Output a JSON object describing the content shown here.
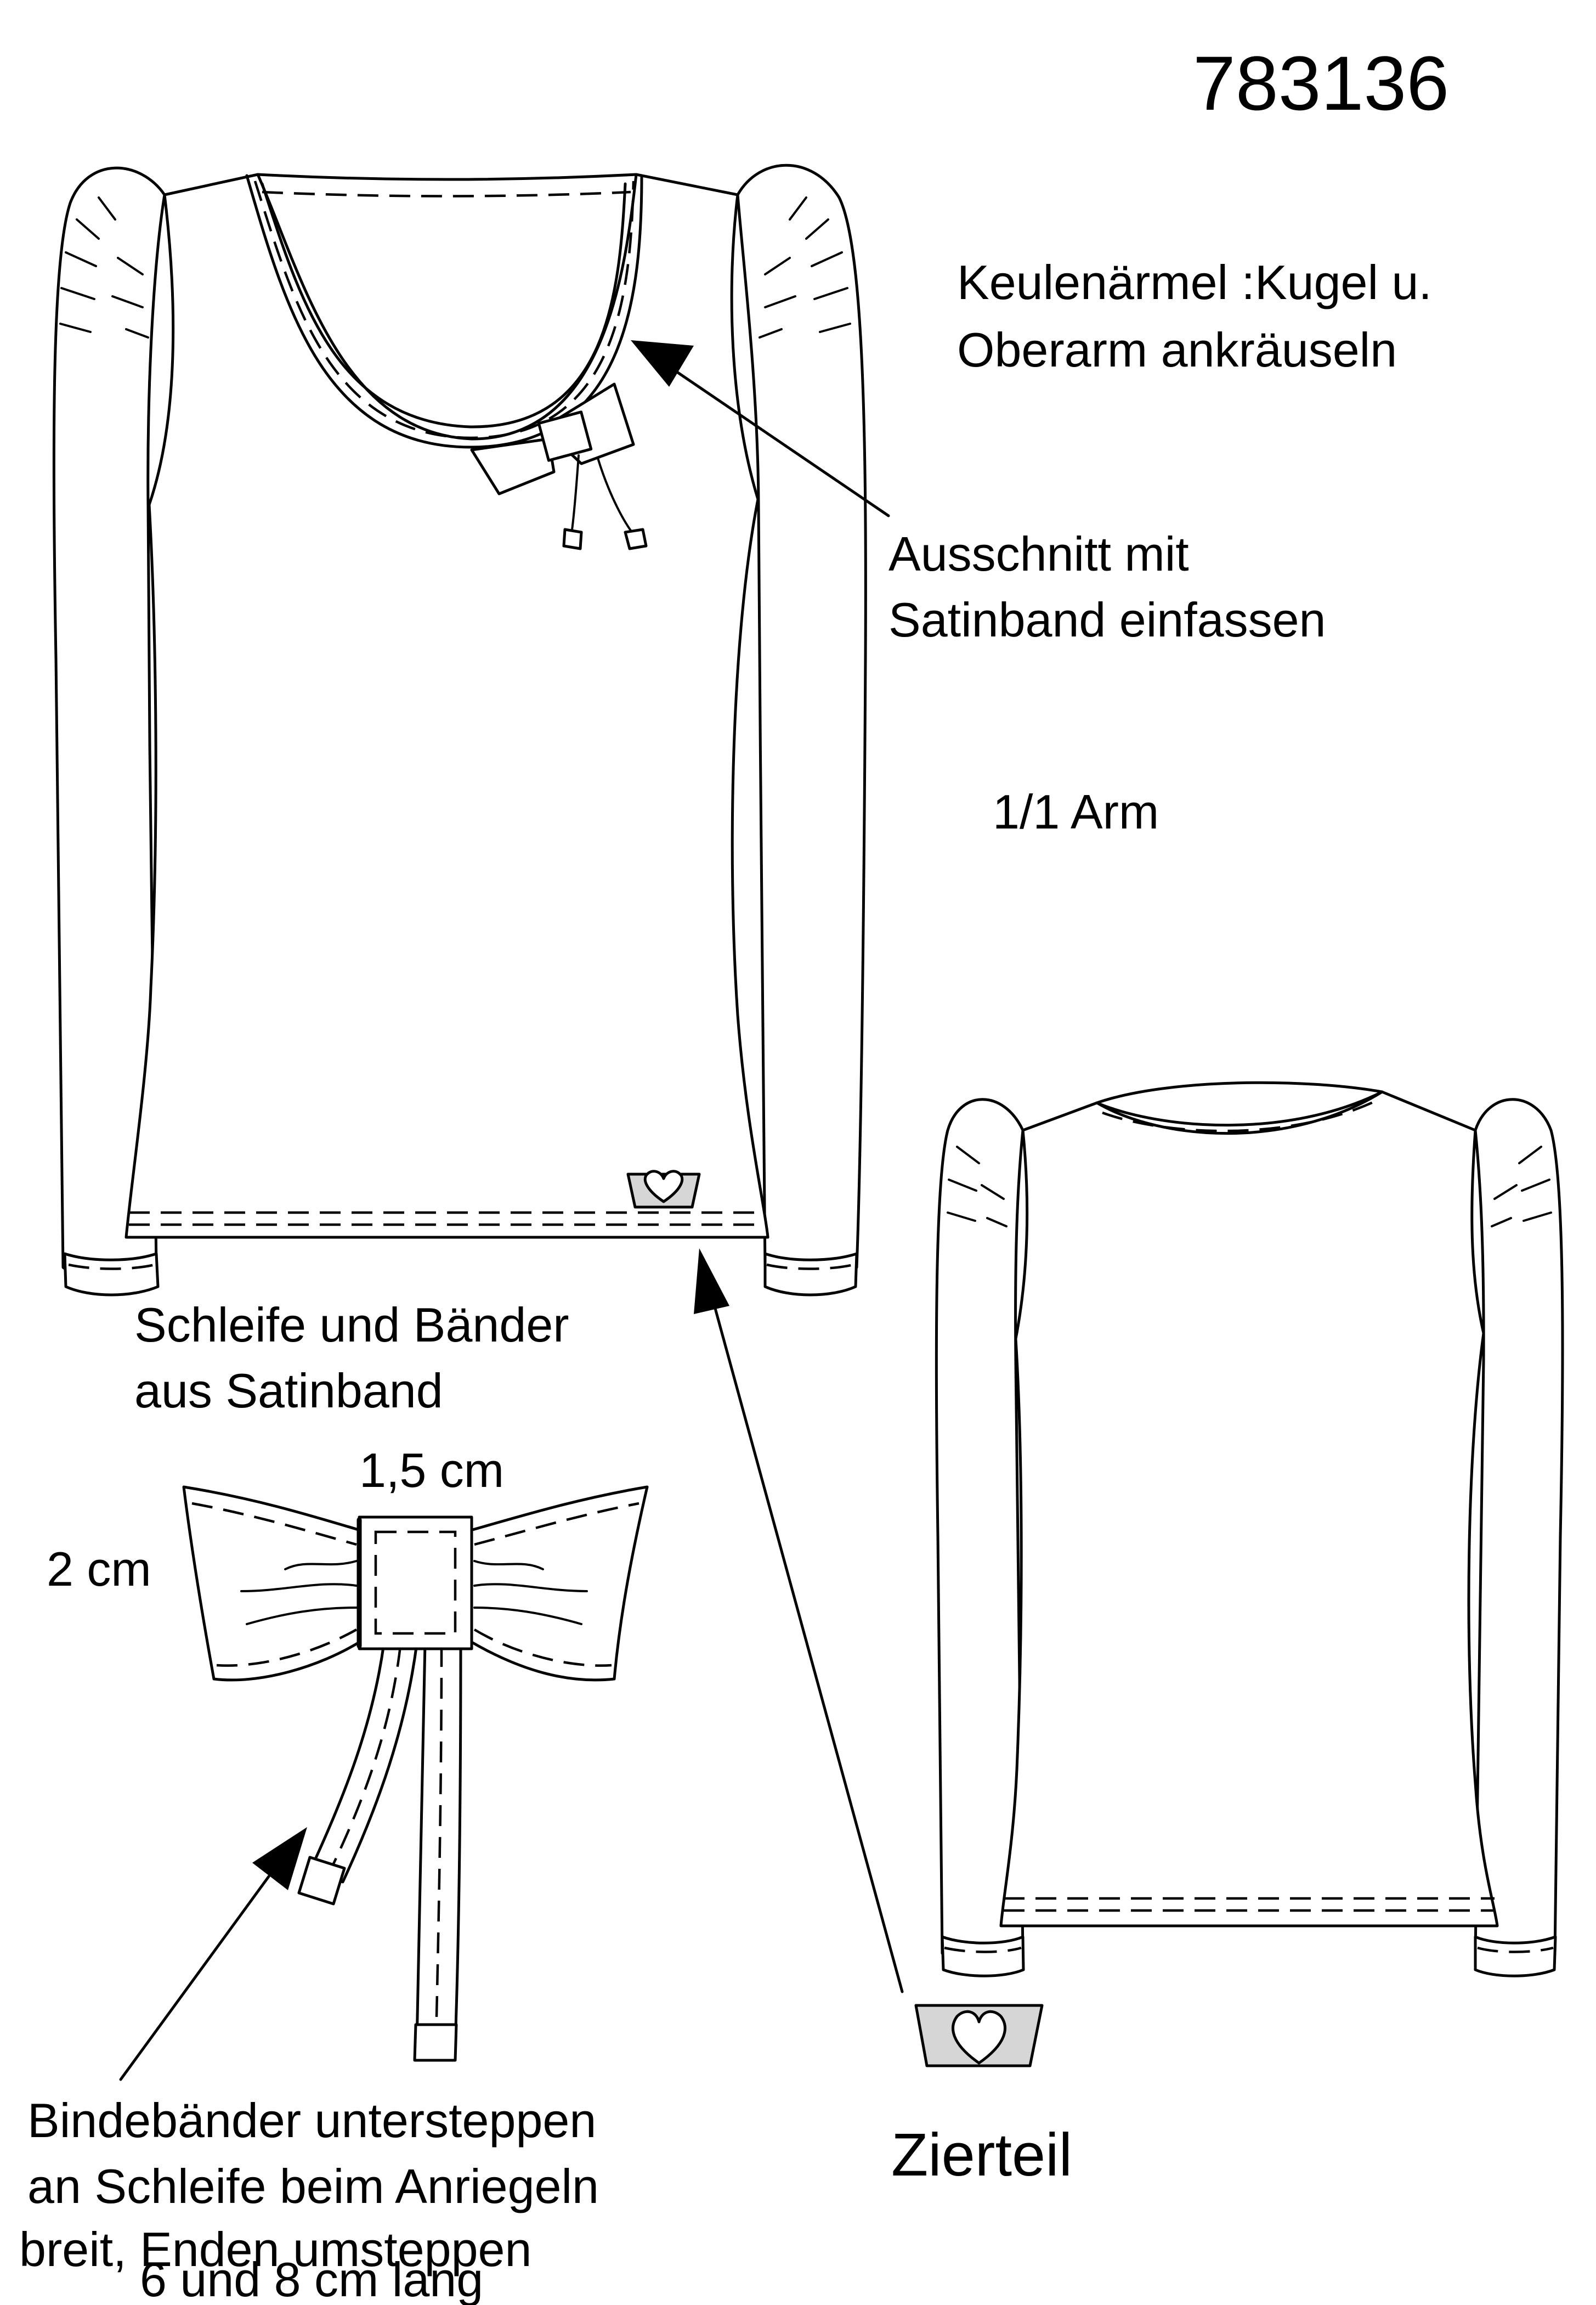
{
  "sheet": {
    "style_number": "783136"
  },
  "annotations": {
    "sleeve_note_line1": "Keulenärmel :Kugel u.",
    "sleeve_note_line2": "Oberarm ankräuseln",
    "neckline_note_line1": "Ausschnitt mit",
    "neckline_note_line2": "Satinband einfassen",
    "sleeve_length": "1/1 Arm",
    "bow_note_line1": "Schleife und Bänder",
    "bow_note_line2": "aus Satinband",
    "bow_center_width": "1,5 cm",
    "bow_height": "2 cm",
    "tie_note_line1": "Bindebänder untersteppen",
    "tie_note_line2": "an Schleife beim Anriegeln",
    "tie_note_line3": "breit, Enden umsteppen",
    "tie_length": "6 und 8 cm lang",
    "ornament_label": "Zierteil"
  },
  "colors": {
    "ink": "#000000",
    "ornament_fill": "#d6d6d6",
    "paper": "#ffffff"
  }
}
